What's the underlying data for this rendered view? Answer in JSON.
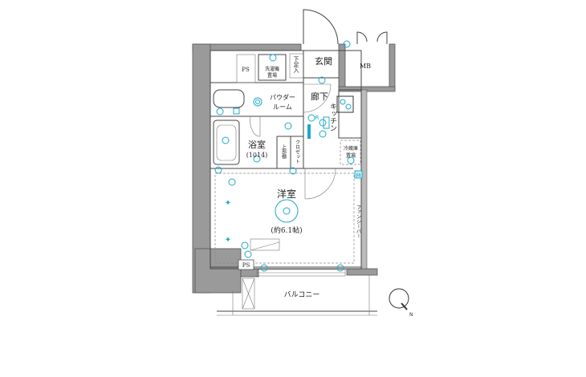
{
  "plan": {
    "ps_top": "PS",
    "washer": [
      "洗濯機",
      "置場"
    ],
    "shoe": "下足入",
    "entrance": "玄関",
    "mb": "MB",
    "powder": [
      "パウダー",
      "ルーム"
    ],
    "hall": "廊下",
    "kitchen": "キッチン",
    "bath": "浴室",
    "bath_size": "(1014)",
    "shelf": "上部棚",
    "closet": "クロゼット",
    "fridge": [
      "冷蔵庫",
      "置場"
    ],
    "western": "洋室",
    "western_size": "(約6.1帖)",
    "fancy_bar": "ファンシーバー",
    "ps_bottom": "PS",
    "balcony": "バルコニー",
    "meter": "M",
    "fridge_r": "R",
    "north": "N"
  },
  "colors": {
    "equipment": "#1fa8c9",
    "wall": "#9a9a9a"
  }
}
